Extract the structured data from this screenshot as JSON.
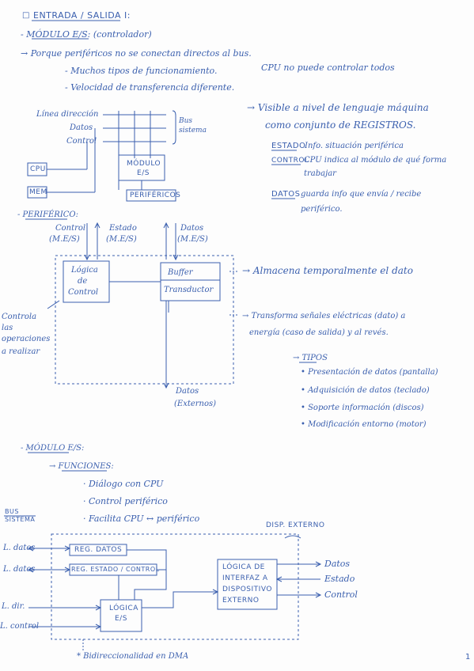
{
  "header": {
    "title": "ENTRADA / SALIDA I:",
    "bullet": "□"
  },
  "modulo_es": {
    "heading": "- MÓDULO E/S: (controlador)",
    "intro": "→ Porque periféricos no se conectan directos al bus.",
    "items": [
      "- Muchos tipos de funcionamiento.",
      "- Velocidad de transferencia diferente."
    ],
    "cpu_note": "CPU no puede controlar todos"
  },
  "diagram1": {
    "bus_labels": [
      "Línea dirección",
      "Datos",
      "Control"
    ],
    "bus_sistema": "Bus sistema",
    "modulo_box": "MÓDULO E/S",
    "cpu": "CPU",
    "mem": "MEM",
    "perifericos": "PERIFÉRICOS"
  },
  "registros": {
    "intro_line1": "→ Visible a nivel de lenguaje máquina",
    "intro_line2": "como conjunto de REGISTROS.",
    "estado_label": "ESTADO",
    "estado_text": "Info. situación periférica",
    "control_label": "CONTROL",
    "control_text_1": "CPU indica al módulo de qué forma",
    "control_text_2": "trabajar",
    "datos_label": "DATOS",
    "datos_text_1": "guarda info que envía / recibe",
    "datos_text_2": "periférico."
  },
  "periferico": {
    "heading": "- PERIFÉRICO:",
    "control": "Control",
    "control_sub": "(M.E/S)",
    "estado": "Estado",
    "estado_sub": "(M.E/S)",
    "datos": "Datos",
    "datos_sub": "(M.E/S)",
    "logica_box": [
      "Lógica",
      "de",
      "Control"
    ],
    "buffer_box": "Buffer",
    "transductor_box": "Transductor",
    "left_note": [
      "Controla",
      "las",
      "operaciones",
      "a realizar"
    ],
    "buffer_note": "→ Almacena temporalmente el dato",
    "transd_note_1": "→ Transforma señales eléctricas (dato) a",
    "transd_note_2": "energía (caso de salida) y al revés.",
    "datos_ext": "Datos",
    "datos_ext_sub": "(Externos)",
    "tipos_heading": "→ TIPOS",
    "tipos": [
      "• Presentación de datos (pantalla)",
      "• Adquisición de datos (teclado)",
      "• Soporte información (discos)",
      "• Modificación entorno (motor)"
    ]
  },
  "modulo_es_2": {
    "heading": "- MÓDULO E/S:",
    "funciones_heading": "→ FUNCIONES:",
    "funciones": [
      "· Diálogo con CPU",
      "· Control periférico",
      "· Facilita CPU ↔ periférico"
    ]
  },
  "diagram2": {
    "bus_sistema": "BUS SISTEMA",
    "disp_externo": "DISP. EXTERNO",
    "left_labels": [
      "L. datos",
      "L. datos",
      "L. dir.",
      "L. control"
    ],
    "reg_datos": "REG. DATOS",
    "reg_estado": "REG. ESTADO / CONTROL",
    "logica": [
      "LÓGICA",
      "E/S"
    ],
    "logica_interfaz": [
      "LÓGICA DE",
      "INTERFAZ A",
      "DISPOSITIVO",
      "EXTERNO"
    ],
    "right_labels": [
      "Datos",
      "Estado",
      "Control"
    ],
    "footnote": "* Bidireccionalidad en DMA"
  },
  "page_number": "1"
}
